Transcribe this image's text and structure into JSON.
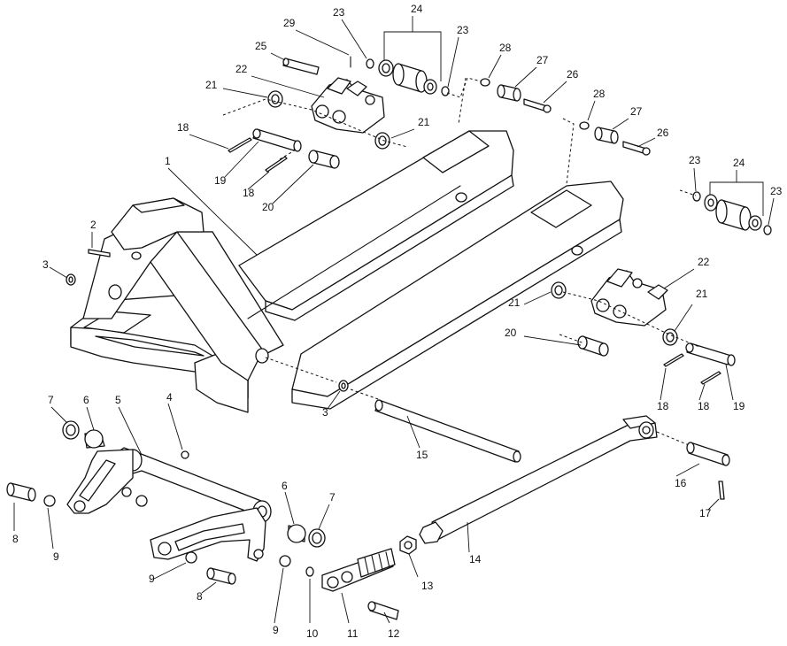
{
  "diagram": {
    "type": "exploded-parts-view",
    "callouts": [
      {
        "id": "c1",
        "label": "1"
      },
      {
        "id": "c2",
        "label": "2"
      },
      {
        "id": "c3a",
        "label": "3"
      },
      {
        "id": "c3b",
        "label": "3"
      },
      {
        "id": "c4",
        "label": "4"
      },
      {
        "id": "c5",
        "label": "5"
      },
      {
        "id": "c6a",
        "label": "6"
      },
      {
        "id": "c6b",
        "label": "6"
      },
      {
        "id": "c7a",
        "label": "7"
      },
      {
        "id": "c7b",
        "label": "7"
      },
      {
        "id": "c8a",
        "label": "8"
      },
      {
        "id": "c8b",
        "label": "8"
      },
      {
        "id": "c9a",
        "label": "9"
      },
      {
        "id": "c9b",
        "label": "9"
      },
      {
        "id": "c9c",
        "label": "9"
      },
      {
        "id": "c10",
        "label": "10"
      },
      {
        "id": "c11",
        "label": "11"
      },
      {
        "id": "c12",
        "label": "12"
      },
      {
        "id": "c13",
        "label": "13"
      },
      {
        "id": "c14",
        "label": "14"
      },
      {
        "id": "c15",
        "label": "15"
      },
      {
        "id": "c16",
        "label": "16"
      },
      {
        "id": "c17",
        "label": "17"
      },
      {
        "id": "c18a",
        "label": "18"
      },
      {
        "id": "c18b",
        "label": "18"
      },
      {
        "id": "c18c",
        "label": "18"
      },
      {
        "id": "c18d",
        "label": "18"
      },
      {
        "id": "c19a",
        "label": "19"
      },
      {
        "id": "c19b",
        "label": "19"
      },
      {
        "id": "c20a",
        "label": "20"
      },
      {
        "id": "c20b",
        "label": "20"
      },
      {
        "id": "c21a",
        "label": "21"
      },
      {
        "id": "c21b",
        "label": "21"
      },
      {
        "id": "c21c",
        "label": "21"
      },
      {
        "id": "c21d",
        "label": "21"
      },
      {
        "id": "c22a",
        "label": "22"
      },
      {
        "id": "c22b",
        "label": "22"
      },
      {
        "id": "c23a",
        "label": "23"
      },
      {
        "id": "c23b",
        "label": "23"
      },
      {
        "id": "c23c",
        "label": "23"
      },
      {
        "id": "c23d",
        "label": "23"
      },
      {
        "id": "c24a",
        "label": "24"
      },
      {
        "id": "c24b",
        "label": "24"
      },
      {
        "id": "c25",
        "label": "25"
      },
      {
        "id": "c26a",
        "label": "26"
      },
      {
        "id": "c26b",
        "label": "26"
      },
      {
        "id": "c27a",
        "label": "27"
      },
      {
        "id": "c27b",
        "label": "27"
      },
      {
        "id": "c28a",
        "label": "28"
      },
      {
        "id": "c28b",
        "label": "28"
      },
      {
        "id": "c29",
        "label": "29"
      }
    ]
  }
}
